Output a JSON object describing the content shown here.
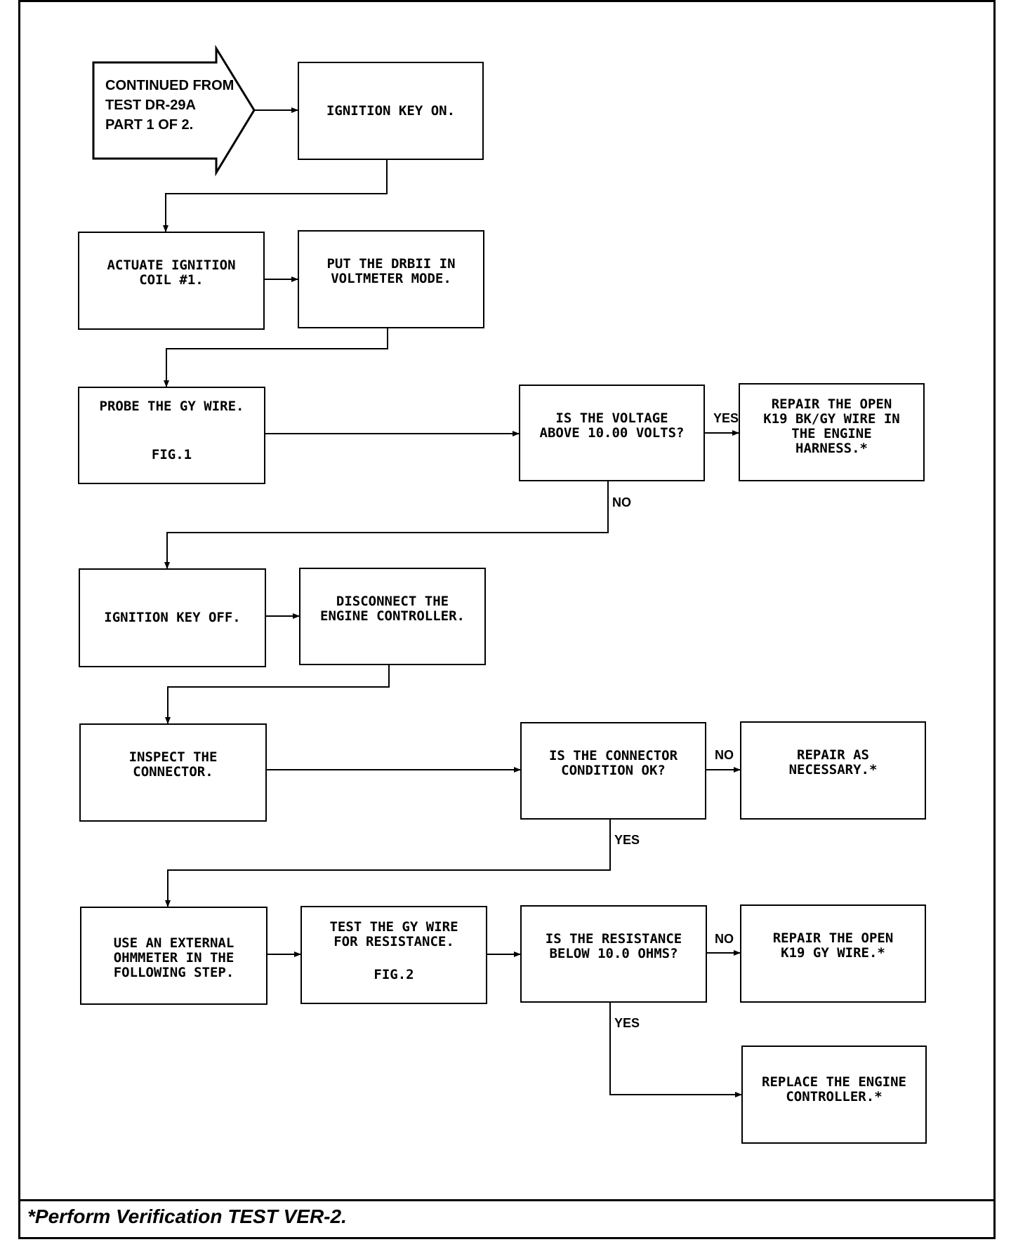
{
  "start": {
    "lines": [
      "CONTINUED FROM",
      "TEST DR-29A",
      "PART 1 OF 2."
    ]
  },
  "steps": {
    "ignition_on": [
      "IGNITION KEY ON."
    ],
    "actuate_coil": [
      "ACTUATE IGNITION",
      "COIL #1."
    ],
    "voltmeter_mode": [
      "PUT THE DRBII IN",
      "VOLTMETER MODE."
    ],
    "probe_gy": [
      "PROBE THE GY WIRE."
    ],
    "probe_gy_fig": "FIG.1",
    "voltage_question": [
      "IS THE VOLTAGE",
      "ABOVE 10.00 VOLTS?"
    ],
    "repair_bk_gy": [
      "REPAIR THE OPEN",
      "K19 BK/GY WIRE IN",
      "THE ENGINE",
      "HARNESS.*"
    ],
    "ignition_off": [
      "IGNITION KEY OFF."
    ],
    "disconnect_controller": [
      "DISCONNECT THE",
      "ENGINE CONTROLLER."
    ],
    "inspect_connector": [
      "INSPECT THE",
      "CONNECTOR."
    ],
    "connector_question": [
      "IS THE CONNECTOR",
      "CONDITION OK?"
    ],
    "repair_as_necessary": [
      "REPAIR AS",
      "NECESSARY.*"
    ],
    "use_ohmmeter": [
      "USE AN EXTERNAL",
      "OHMMETER IN THE",
      "FOLLOWING STEP."
    ],
    "test_resistance": [
      "TEST THE GY WIRE",
      "FOR RESISTANCE."
    ],
    "test_resistance_fig": "FIG.2",
    "resistance_question": [
      "IS THE RESISTANCE",
      "BELOW 10.0 OHMS?"
    ],
    "repair_k19_gy": [
      "REPAIR THE OPEN",
      "K19 GY WIRE.*"
    ],
    "replace_controller": [
      "REPLACE THE ENGINE",
      "CONTROLLER.*"
    ]
  },
  "labels": {
    "voltage_yes": "YES",
    "voltage_no": "NO",
    "connector_no": "NO",
    "connector_yes": "YES",
    "resistance_no": "NO",
    "resistance_yes": "YES"
  },
  "footer": "*Perform Verification TEST VER-2."
}
